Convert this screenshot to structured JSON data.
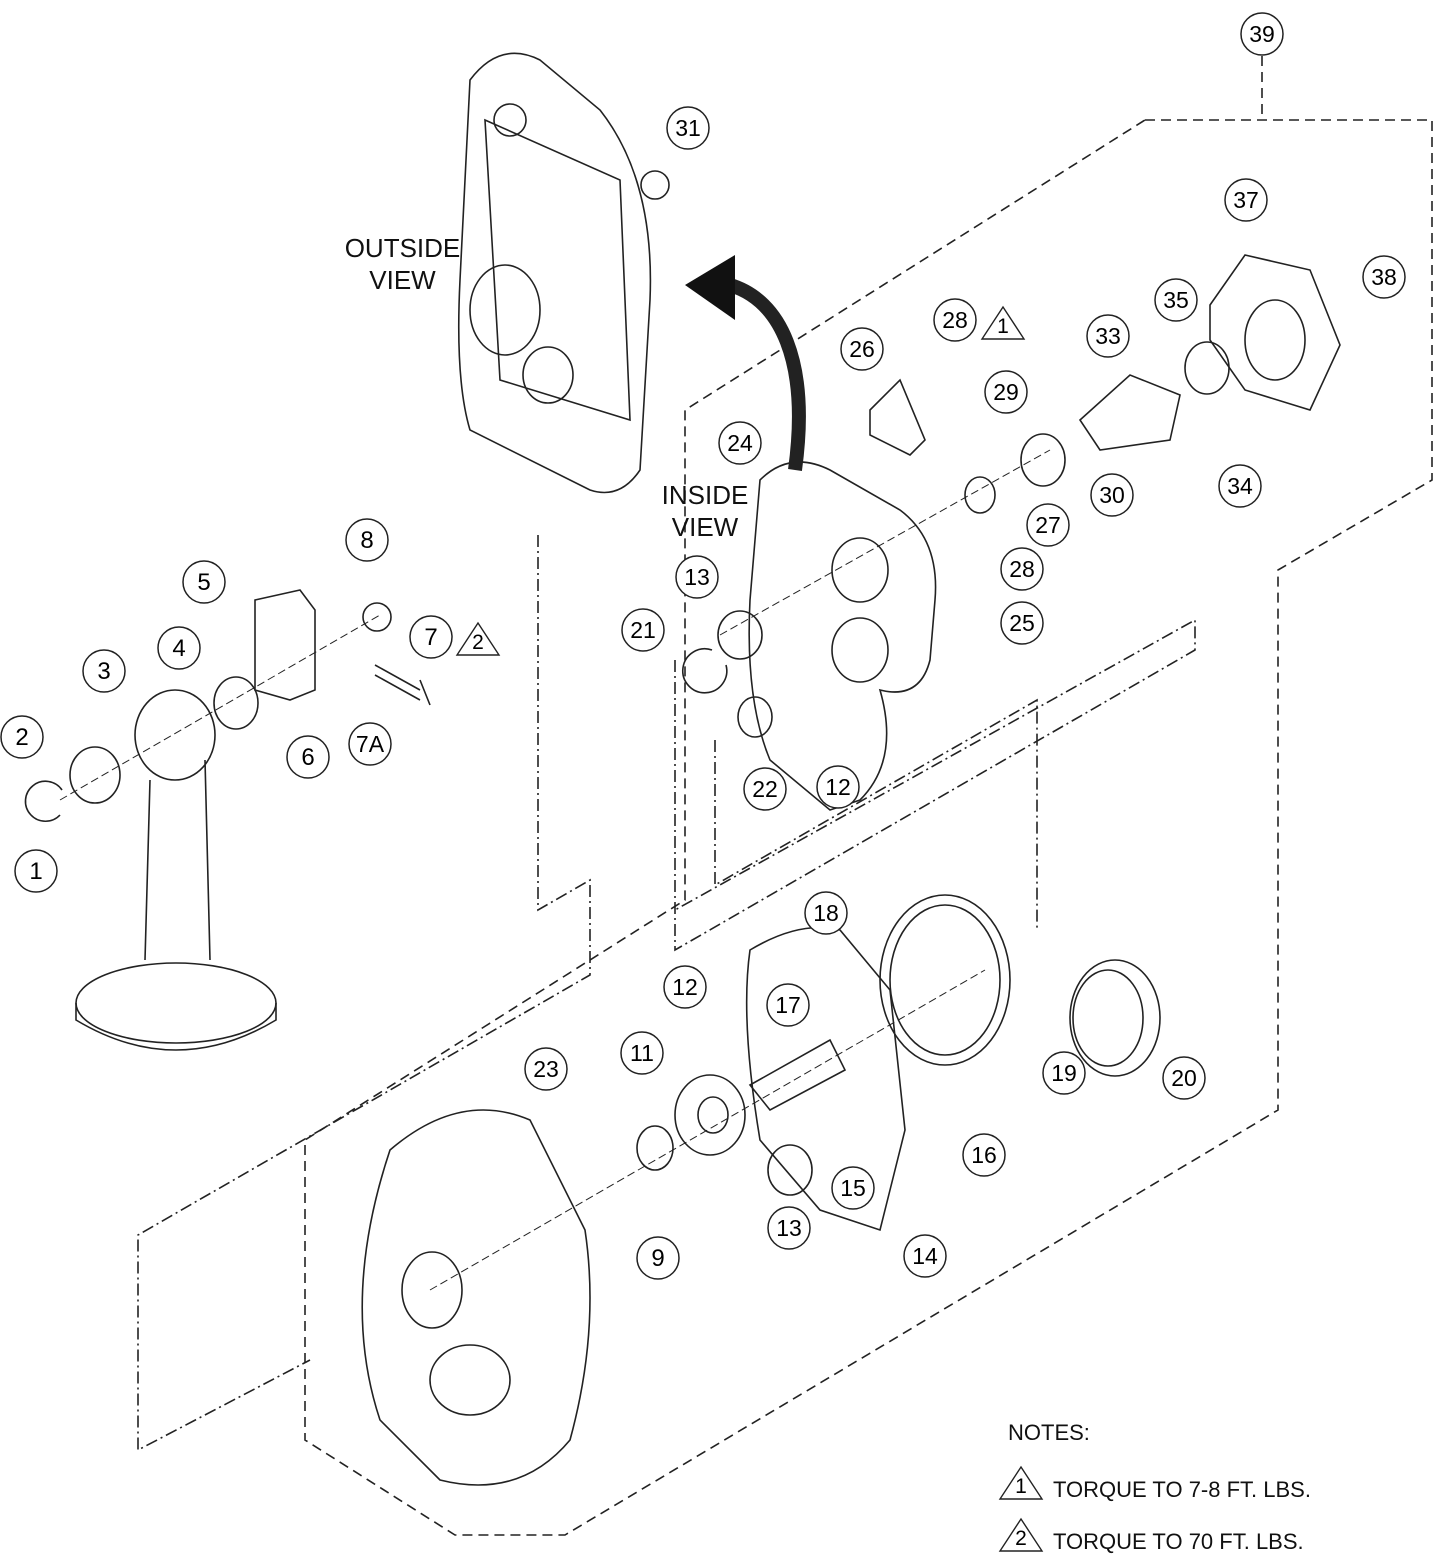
{
  "view_labels": {
    "outside": [
      "OUTSIDE",
      "VIEW"
    ],
    "inside": [
      "INSIDE",
      "VIEW"
    ]
  },
  "callouts": [
    "39",
    "31",
    "37",
    "38",
    "35",
    "28",
    "33",
    "26",
    "29",
    "24",
    "30",
    "34",
    "27",
    "8",
    "28",
    "5",
    "13",
    "25",
    "21",
    "7",
    "4",
    "3",
    "2",
    "6",
    "7A",
    "22",
    "12",
    "1",
    "18",
    "12",
    "17",
    "11",
    "23",
    "19",
    "20",
    "16",
    "15",
    "13",
    "9",
    "14"
  ],
  "torque_flags": [
    {
      "callout": "28",
      "note": "1"
    },
    {
      "callout": "7",
      "note": "2"
    }
  ],
  "notes": {
    "title": "NOTES:",
    "items": [
      {
        "flag": "1",
        "text": "TORQUE TO 7-8 FT. LBS."
      },
      {
        "flag": "2",
        "text": "TORQUE TO 70 FT. LBS."
      }
    ]
  }
}
